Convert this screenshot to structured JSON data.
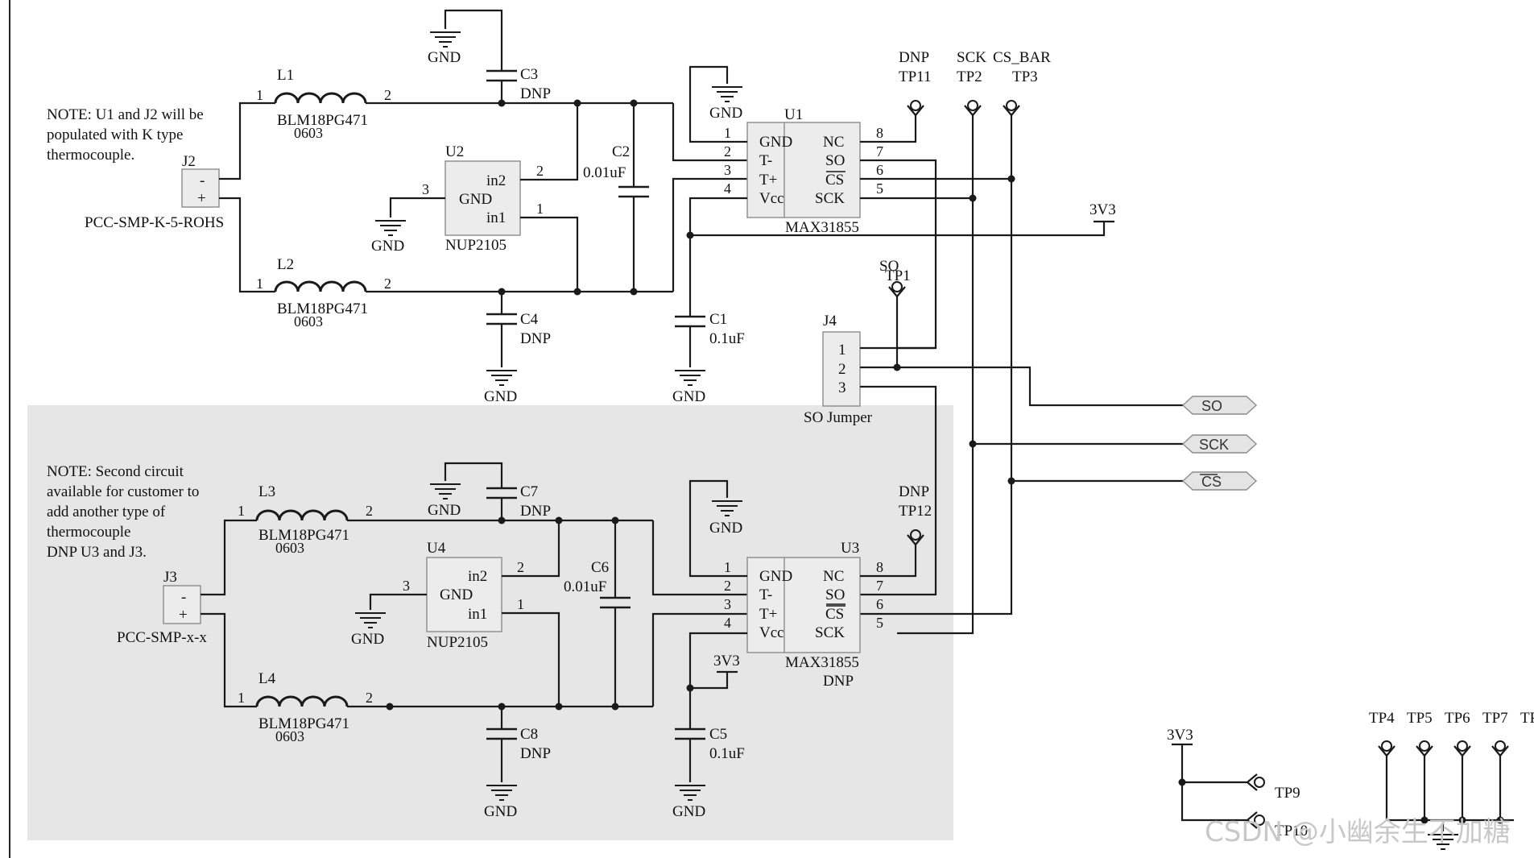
{
  "notes": {
    "note1": [
      "NOTE:  U1 and J2 will be",
      "populated with K type",
      "thermocouple."
    ],
    "note2": [
      "NOTE:  Second circuit",
      "available for customer to",
      "add another type of",
      "thermocouple",
      "DNP U3 and J3."
    ]
  },
  "parts": {
    "L1": {
      "ref": "L1",
      "value": "BLM18PG471",
      "pkg": "0603",
      "pin1": "1",
      "pin2": "2"
    },
    "L2": {
      "ref": "L2",
      "value": "BLM18PG471",
      "pkg": "0603",
      "pin1": "1",
      "pin2": "2"
    },
    "L3": {
      "ref": "L3",
      "value": "BLM18PG471",
      "pkg": "0603",
      "pin1": "1",
      "pin2": "2"
    },
    "L4": {
      "ref": "L4",
      "value": "BLM18PG471",
      "pkg": "0603",
      "pin1": "1",
      "pin2": "2"
    },
    "C1": {
      "ref": "C1",
      "value": "0.1uF"
    },
    "C2": {
      "ref": "C2",
      "value": "0.01uF"
    },
    "C3": {
      "ref": "C3",
      "value": "DNP"
    },
    "C4": {
      "ref": "C4",
      "value": "DNP"
    },
    "C5": {
      "ref": "C5",
      "value": "0.1uF"
    },
    "C6": {
      "ref": "C6",
      "value": "0.01uF"
    },
    "C7": {
      "ref": "C7",
      "value": "DNP"
    },
    "C8": {
      "ref": "C8",
      "value": "DNP"
    },
    "J2": {
      "ref": "J2",
      "value": "PCC-SMP-K-5-ROHS",
      "minus": "-",
      "plus": "+"
    },
    "J3": {
      "ref": "J3",
      "value": "PCC-SMP-x-x",
      "minus": "-",
      "plus": "+"
    },
    "J4": {
      "ref": "J4",
      "value": "SO  Jumper",
      "pins": [
        "1",
        "2",
        "3"
      ]
    },
    "U2": {
      "ref": "U2",
      "value": "NUP2105",
      "in2": "in2",
      "gnd": "GND",
      "in1": "in1",
      "p3": "3",
      "p2": "2",
      "p1": "1"
    },
    "U4": {
      "ref": "U4",
      "value": "NUP2105",
      "in2": "in2",
      "gnd": "GND",
      "in1": "in1",
      "p3": "3",
      "p2": "2",
      "p1": "1"
    },
    "U1": {
      "ref": "U1",
      "value": "MAX31855",
      "dnp": "",
      "lpins": [
        "GND",
        "T-",
        "T+",
        "Vcc"
      ],
      "rpins": [
        "NC",
        "SO",
        "CS",
        "SCK"
      ],
      "lnums": [
        "1",
        "2",
        "3",
        "4"
      ],
      "rnums": [
        "8",
        "7",
        "6",
        "5"
      ]
    },
    "U3": {
      "ref": "U3",
      "value": "MAX31855",
      "dnp": "DNP",
      "lpins": [
        "GND",
        "T-",
        "T+",
        "Vcc"
      ],
      "rpins": [
        "NC",
        "SO",
        "CS",
        "SCK"
      ],
      "lnums": [
        "1",
        "2",
        "3",
        "4"
      ],
      "rnums": [
        "8",
        "7",
        "6",
        "5"
      ]
    }
  },
  "testpoints": {
    "TP11": {
      "name": "DNP",
      "ref": "TP11"
    },
    "TP2": {
      "name": "SCK",
      "ref": "TP2"
    },
    "TP3": {
      "name": "CS_BAR",
      "ref": "TP3"
    },
    "TP1": {
      "name": "SO",
      "ref": "TP1"
    },
    "TP12": {
      "name": "DNP",
      "ref": "TP12"
    },
    "TP9": {
      "ref": "TP9"
    },
    "TP10": {
      "ref": "TP10"
    },
    "TP4": {
      "ref": "TP4"
    },
    "TP5": {
      "ref": "TP5"
    },
    "TP6": {
      "ref": "TP6"
    },
    "TP7": {
      "ref": "TP7"
    },
    "TP8": {
      "ref": "TP"
    }
  },
  "nets": {
    "gnd": "GND",
    "v33": "3V3",
    "so_tag": "SO",
    "sck_tag": "SCK",
    "cs_tag": "CS"
  },
  "watermark": "CSDN @小幽余生不加糖"
}
